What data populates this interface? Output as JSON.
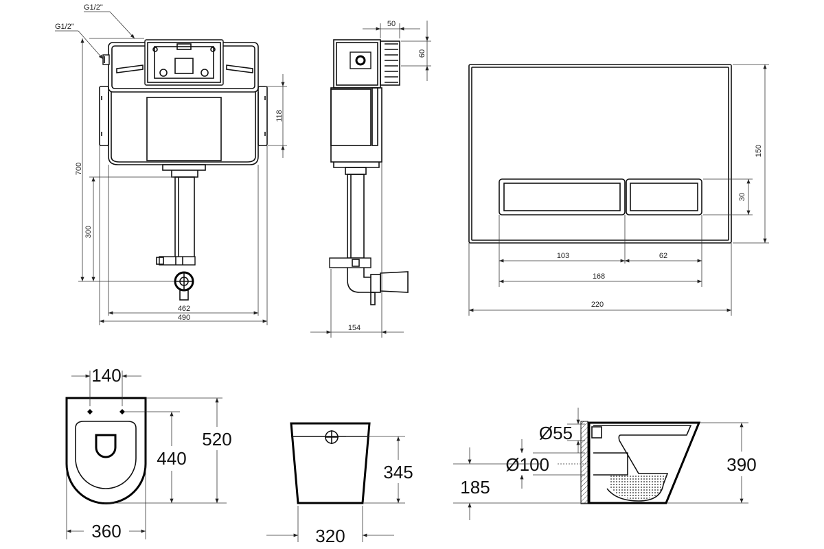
{
  "thread_labels": {
    "top": "G1/2\"",
    "side": "G1/2\""
  },
  "cistern_front": {
    "height": "700",
    "width_inner": "462",
    "width_outer": "490",
    "upper_118": "118",
    "outlet_300": "300"
  },
  "cistern_side": {
    "depth_top": "50",
    "height_top": "60",
    "depth_bottom": "154"
  },
  "flush_plate": {
    "height": "150",
    "button_height": "30",
    "button_left": "103",
    "button_right": "62",
    "buttons_total": "168",
    "width": "220"
  },
  "toilet_top": {
    "hole_spacing": "140",
    "length_inner": "440",
    "length": "520",
    "width": "360"
  },
  "toilet_back": {
    "height": "345",
    "width": "320"
  },
  "toilet_side": {
    "dia_small": "Ø55",
    "dia_large": "Ø100",
    "outlet_height": "185",
    "height": "390"
  }
}
